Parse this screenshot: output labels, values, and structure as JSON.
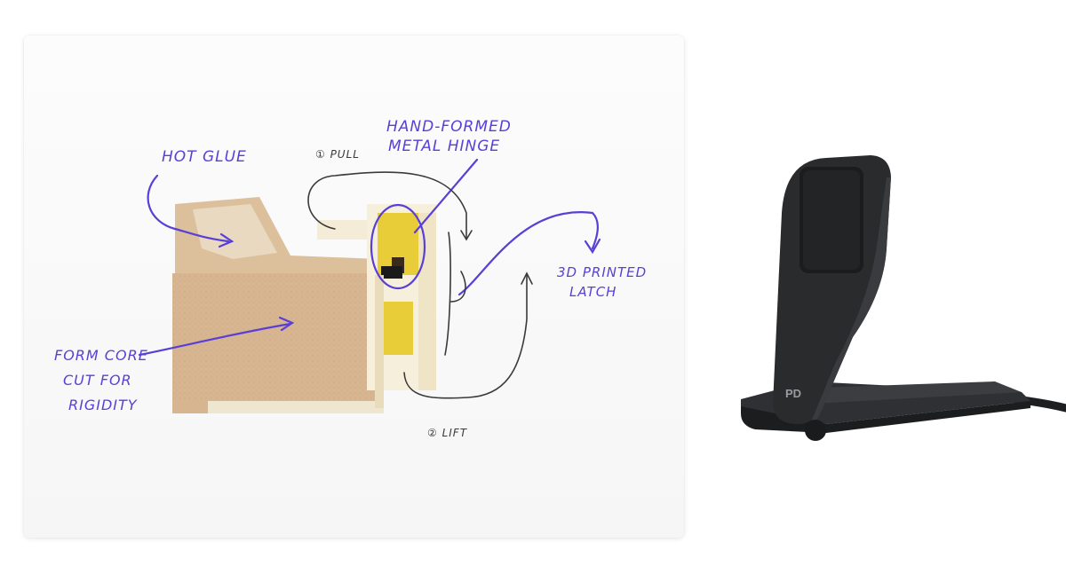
{
  "sketch": {
    "labels": {
      "hot_glue": "HOT GLUE",
      "pull": "① PULL",
      "hinge_line1": "HAND-FORMED",
      "hinge_line2": "METAL HINGE",
      "latch_line1": "3D PRINTED",
      "latch_line2": "LATCH",
      "foam_line1": "FORM CORE",
      "foam_line2": "CUT FOR",
      "foam_line3": "RIGIDITY",
      "lift": "② LIFT"
    },
    "colors": {
      "ink_purple": "#5a3fd6",
      "pencil_gray": "#3a3a3a",
      "foam": "#d8b894",
      "plastic": "#f3ead0",
      "hinge_yellow": "#e8c820"
    }
  },
  "product": {
    "logo_text": "PD",
    "colors": {
      "body": "#2a2b2d",
      "pad": "#1b1c1e"
    }
  }
}
